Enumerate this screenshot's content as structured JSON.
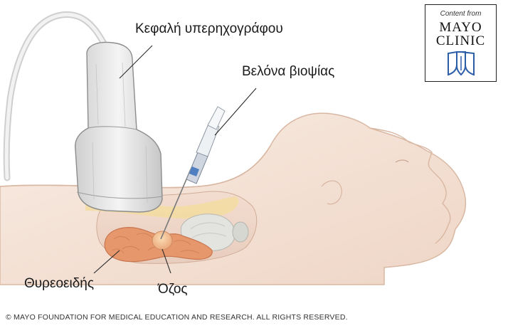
{
  "labels": {
    "transducer": "Κεφαλή υπερηχογράφου",
    "needle": "Βελόνα βιοψίας",
    "thyroid": "Θυρεοειδής",
    "nodule": "Όζος"
  },
  "logo": {
    "top_text": "Content from",
    "line1": "MAYO",
    "line2": "CLINIC"
  },
  "copyright": "© MAYO FOUNDATION FOR MEDICAL EDUCATION AND RESEARCH. ALL RIGHTS RESERVED.",
  "colors": {
    "skin": "#f5e4d8",
    "skin_outline": "#d9b8a3",
    "thyroid": "#e6976b",
    "nodule": "#f2c08e",
    "fat_layer": "#f3dca0",
    "probe": "#e4e4e4",
    "logo_blue": "#2b5ea7"
  }
}
